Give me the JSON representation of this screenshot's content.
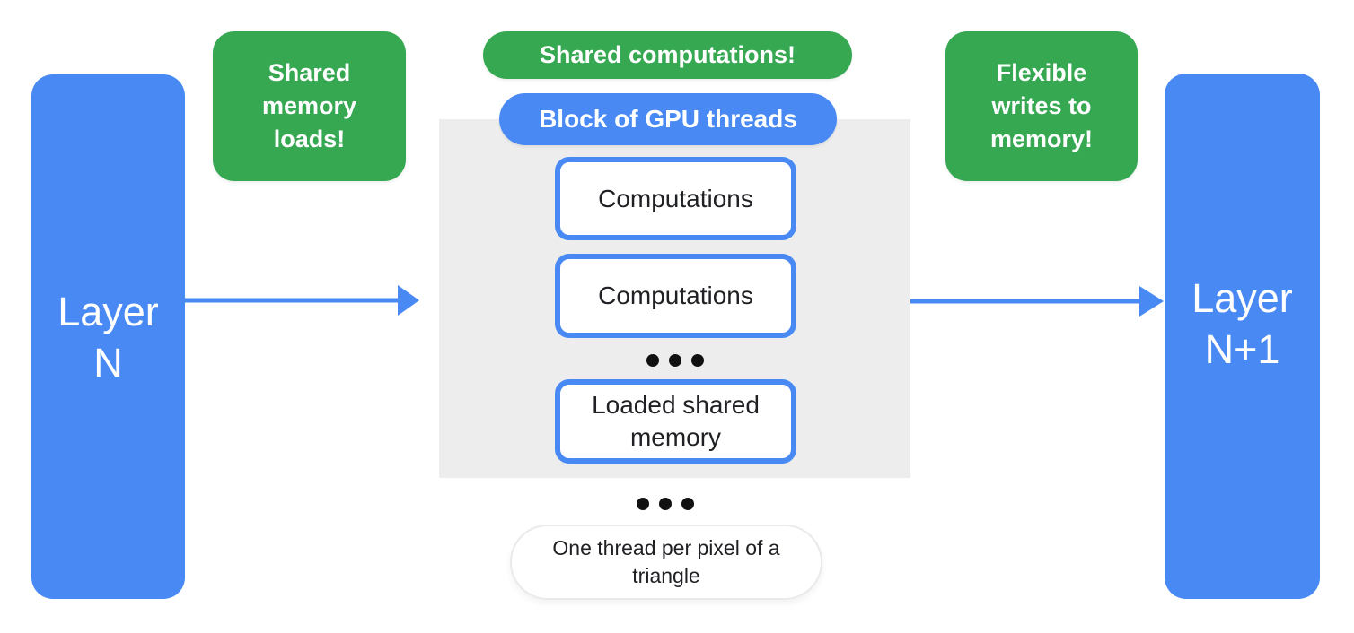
{
  "colors": {
    "blue": "#4889F4",
    "green": "#36A852",
    "panel_gray": "#EDEDED",
    "text_dark": "#202124",
    "dot_black": "#111111",
    "white": "#FFFFFF"
  },
  "layer_left": {
    "line1": "Layer",
    "line2": "N"
  },
  "layer_right": {
    "line1": "Layer",
    "line2": "N+1"
  },
  "callouts": {
    "left": "Shared memory loads!",
    "top": "Shared computations!",
    "right": "Flexible writes to memory!"
  },
  "gpu_block": {
    "label": "Block of GPU threads",
    "box1": "Computations",
    "box2": "Computations",
    "box3": "Loaded shared memory",
    "ellipsis": "•••"
  },
  "footnote": "One thread per pixel of a triangle"
}
